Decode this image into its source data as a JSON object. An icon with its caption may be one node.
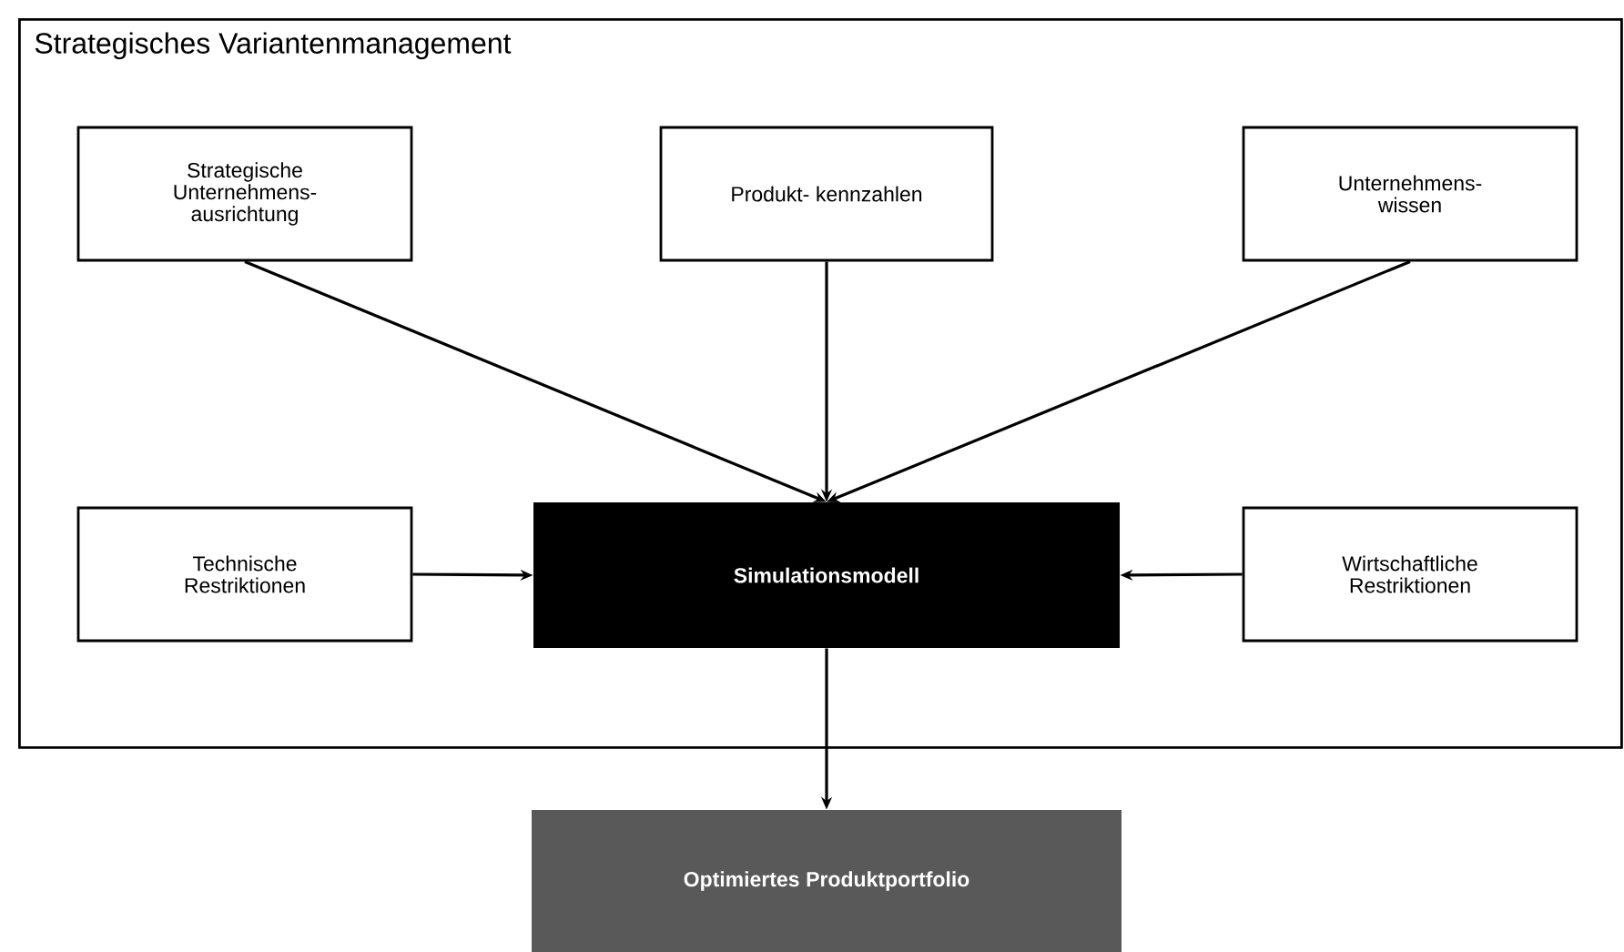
{
  "diagram": {
    "nodes": [
      {
        "text": [
          "Strategisches Variantenmanagement"
        ]
      },
      {
        "text": [
          "Strategische Unternehmens- ausrichtung"
        ],
        "in": 0
      },
      {
        "text": [
          "Produkt- kennzahlen"
        ],
        "in": 0
      },
      {
        "text": [
          "Unternehmens- wissen"
        ],
        "in": 0
      },
      {
        "text": [
          "Technische Restriktionen"
        ],
        "in": 0
      },
      {
        "text": [
          "Simulationsmodell"
        ],
        "in": 0
      },
      {
        "text": [
          "Wirtschaftliche Restriktionen"
        ],
        "in": 0
      },
      {
        "text": [
          "Optimiertes Produktportfolio"
        ]
      }
    ],
    "edges": [
      {
        "from": 1,
        "to": 5,
        "arrow": "to"
      },
      {
        "from": 2,
        "to": 5,
        "arrow": "to"
      },
      {
        "from": 3,
        "to": 5,
        "arrow": "to"
      },
      {
        "from": 4,
        "to": 5,
        "arrow": "to"
      },
      {
        "from": 6,
        "to": 5,
        "arrow": "to"
      },
      {
        "from": 5,
        "to": 7,
        "arrow": "to"
      }
    ]
  }
}
